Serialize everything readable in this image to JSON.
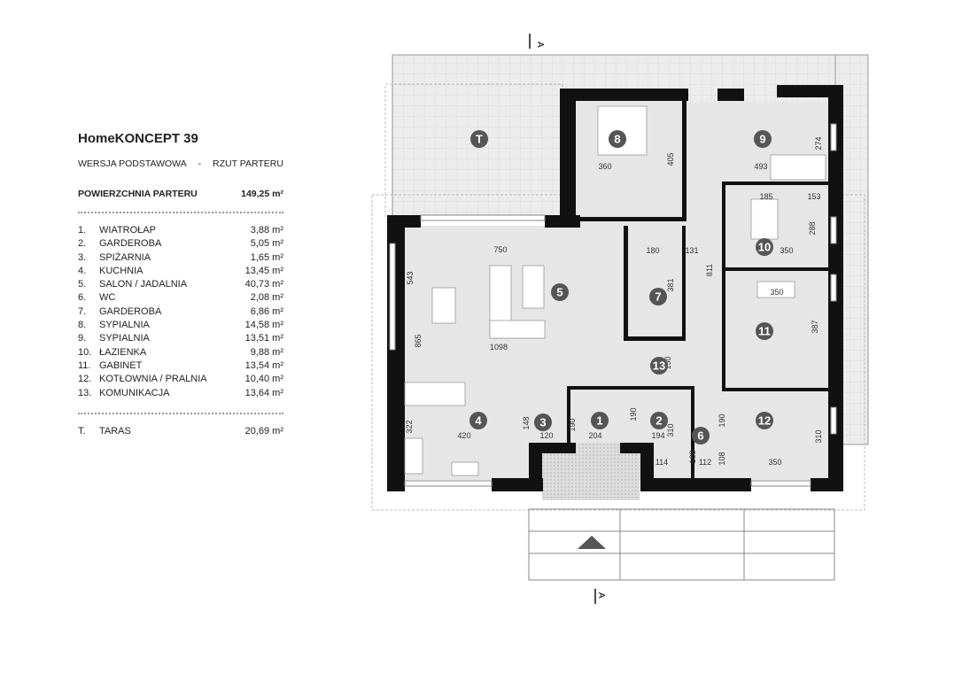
{
  "header": {
    "title": "HomeKONCEPT 39",
    "version": "WERSJA  PODSTAWOWA",
    "sep": "-",
    "view": "RZUT PARTERU"
  },
  "total": {
    "label": "POWIERZCHNIA PARTERU",
    "value": "149,25 m²"
  },
  "rooms": [
    {
      "n": "1.",
      "name": "WIATROŁAP",
      "area": "3,88 m²"
    },
    {
      "n": "2.",
      "name": "GARDEROBA",
      "area": "5,05 m²"
    },
    {
      "n": "3.",
      "name": "SPIŻARNIA",
      "area": "1,65 m²"
    },
    {
      "n": "4.",
      "name": "KUCHNIA",
      "area": "13,45 m²"
    },
    {
      "n": "5.",
      "name": "SALON / JADALNIA",
      "area": "40,73 m²"
    },
    {
      "n": "6.",
      "name": "WC",
      "area": "2,08 m²"
    },
    {
      "n": "7.",
      "name": "GARDEROBA",
      "area": "6,86 m²"
    },
    {
      "n": "8.",
      "name": "SYPIALNIA",
      "area": "14,58 m²"
    },
    {
      "n": "9.",
      "name": "SYPIALNIA",
      "area": "13,51 m²"
    },
    {
      "n": "10.",
      "name": "ŁAZIENKA",
      "area": "9,88 m²"
    },
    {
      "n": "11.",
      "name": "GABINET",
      "area": "13,54 m²"
    },
    {
      "n": "12.",
      "name": "KOTŁOWNIA / PRALNIA",
      "area": "10,40 m²"
    },
    {
      "n": "13.",
      "name": "KOMUNIKACJA",
      "area": "13,64 m²"
    }
  ],
  "terrace": {
    "n": "T.",
    "name": "TARAS",
    "area": "20,69 m²"
  },
  "plan": {
    "section_mark": "A",
    "badges": [
      "T",
      "8",
      "9",
      "10",
      "5",
      "7",
      "11",
      "13",
      "4",
      "3",
      "1",
      "2",
      "6",
      "12"
    ],
    "dims": [
      "360",
      "405",
      "493",
      "274",
      "185",
      "153",
      "288",
      "350",
      "750",
      "180",
      "131",
      "811",
      "543",
      "381",
      "350",
      "387",
      "865",
      "1098",
      "150",
      "322",
      "420",
      "148",
      "120",
      "190",
      "204",
      "190",
      "194",
      "310",
      "190",
      "310",
      "188",
      "108",
      "114",
      "112",
      "350"
    ]
  }
}
